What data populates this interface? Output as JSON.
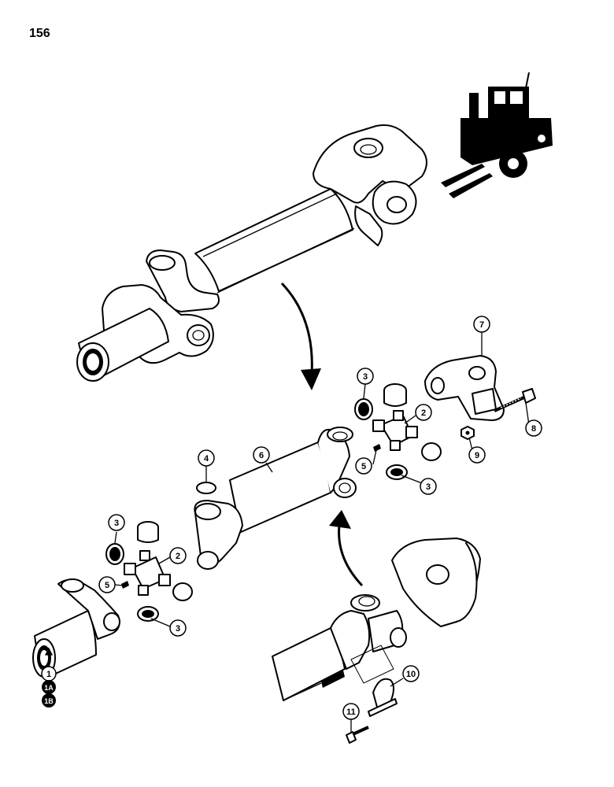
{
  "page_number": "156",
  "callouts": {
    "c1": "1",
    "c1a": "1A",
    "c1b": "1B",
    "c2_upper": "2",
    "c2_lower": "2",
    "c3_upper_top": "3",
    "c3_upper_bottom": "3",
    "c3_lower_top": "3",
    "c3_lower_bottom": "3",
    "c4": "4",
    "c5_upper": "5",
    "c5_lower": "5",
    "c6": "6",
    "c7": "7",
    "c8": "8",
    "c9": "9",
    "c10": "10",
    "c11": "11"
  },
  "icons": [
    "forklift-icon",
    "exploded-view-arrow-icon"
  ]
}
